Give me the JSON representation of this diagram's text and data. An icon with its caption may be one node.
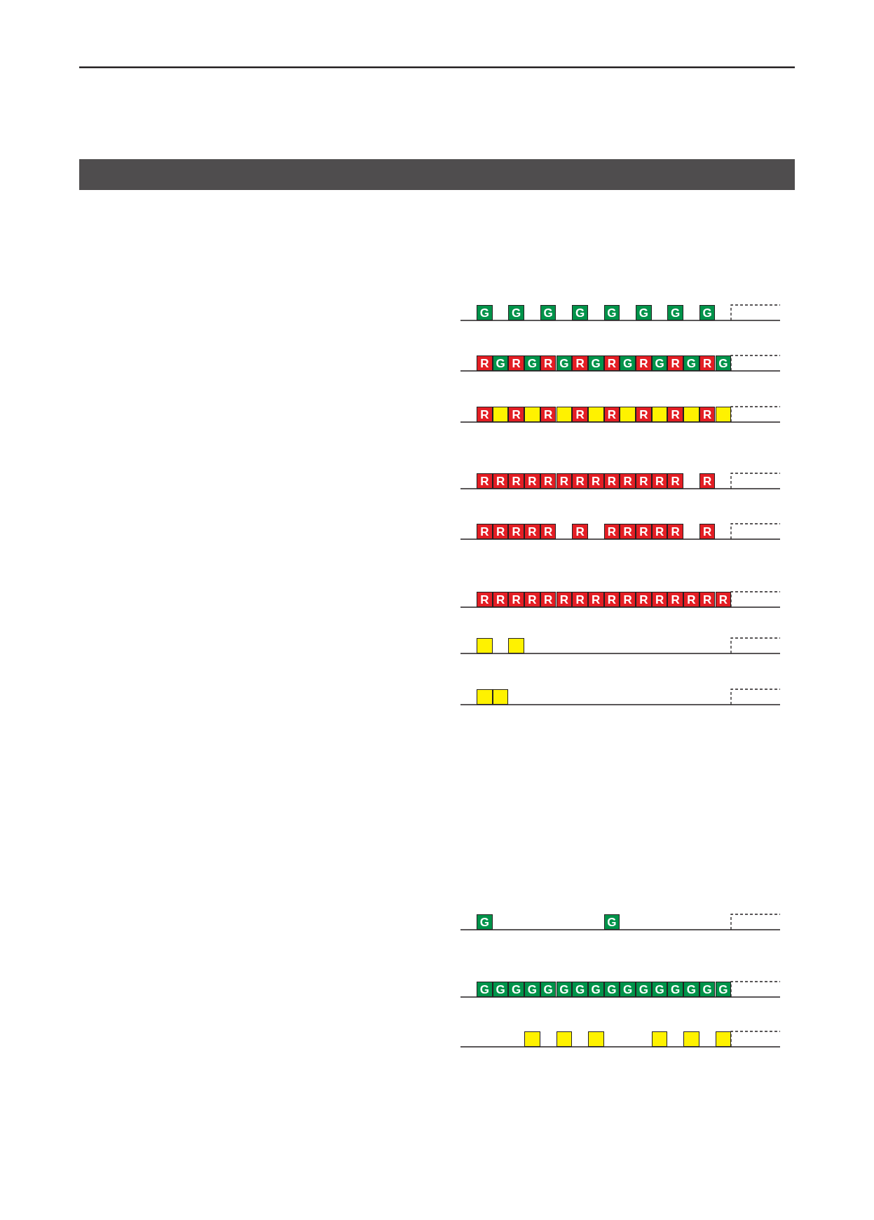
{
  "diagram": {
    "nodes": [
      {
        "text": [
          "G"
        ]
      },
      {
        "text": [
          "G"
        ]
      },
      {
        "text": [
          "G"
        ]
      },
      {
        "text": [
          "G"
        ]
      },
      {
        "text": [
          "G"
        ]
      },
      {
        "text": [
          "G"
        ]
      },
      {
        "text": [
          "G"
        ]
      },
      {
        "text": [
          "G"
        ]
      },
      {
        "text": [
          "R"
        ]
      },
      {
        "text": [
          "G"
        ]
      },
      {
        "text": [
          "R"
        ]
      },
      {
        "text": [
          "G"
        ]
      },
      {
        "text": [
          "R"
        ]
      },
      {
        "text": [
          "G"
        ]
      },
      {
        "text": [
          "R"
        ]
      },
      {
        "text": [
          "G"
        ]
      },
      {
        "text": [
          "R"
        ]
      },
      {
        "text": [
          "G"
        ]
      },
      {
        "text": [
          "R"
        ]
      },
      {
        "text": [
          "G"
        ]
      },
      {
        "text": [
          "R"
        ]
      },
      {
        "text": [
          "G"
        ]
      },
      {
        "text": [
          "R"
        ]
      },
      {
        "text": [
          "G"
        ]
      },
      {
        "text": [
          "R"
        ]
      },
      {
        "text": [],
        "shape": "box"
      },
      {
        "text": [
          "R"
        ]
      },
      {
        "text": [],
        "shape": "box"
      },
      {
        "text": [
          "R"
        ]
      },
      {
        "text": [],
        "shape": "box"
      },
      {
        "text": [
          "R"
        ]
      },
      {
        "text": [],
        "shape": "box"
      },
      {
        "text": [
          "R"
        ]
      },
      {
        "text": [],
        "shape": "box"
      },
      {
        "text": [
          "R"
        ]
      },
      {
        "text": [],
        "shape": "box"
      },
      {
        "text": [
          "R"
        ]
      },
      {
        "text": [],
        "shape": "box"
      },
      {
        "text": [
          "R"
        ]
      },
      {
        "text": [],
        "shape": "box"
      },
      {
        "text": [
          "R"
        ]
      },
      {
        "text": [
          "R"
        ]
      },
      {
        "text": [
          "R"
        ]
      },
      {
        "text": [
          "R"
        ]
      },
      {
        "text": [
          "R"
        ]
      },
      {
        "text": [
          "R"
        ]
      },
      {
        "text": [
          "R"
        ]
      },
      {
        "text": [
          "R"
        ]
      },
      {
        "text": [
          "R"
        ]
      },
      {
        "text": [
          "R"
        ]
      },
      {
        "text": [
          "R"
        ]
      },
      {
        "text": [
          "R"
        ]
      },
      {
        "text": [
          "R"
        ]
      },
      {
        "text": [
          "R"
        ]
      },
      {
        "text": [
          "R"
        ]
      },
      {
        "text": [
          "R"
        ]
      },
      {
        "text": [
          "R"
        ]
      },
      {
        "text": [
          "R"
        ]
      },
      {
        "text": [
          "R"
        ]
      },
      {
        "text": [
          "R"
        ]
      },
      {
        "text": [
          "R"
        ]
      },
      {
        "text": [
          "R"
        ]
      },
      {
        "text": [
          "R"
        ]
      },
      {
        "text": [
          "R"
        ]
      },
      {
        "text": [
          "R"
        ]
      },
      {
        "text": [
          "R"
        ]
      },
      {
        "text": [
          "R"
        ]
      },
      {
        "text": [
          "R"
        ]
      },
      {
        "text": [
          "R"
        ]
      },
      {
        "text": [
          "R"
        ]
      },
      {
        "text": [
          "R"
        ]
      },
      {
        "text": [
          "R"
        ]
      },
      {
        "text": [
          "R"
        ]
      },
      {
        "text": [
          "R"
        ]
      },
      {
        "text": [
          "R"
        ]
      },
      {
        "text": [
          "R"
        ]
      },
      {
        "text": [
          "R"
        ]
      },
      {
        "text": [
          "R"
        ]
      },
      {
        "text": [
          "R"
        ]
      },
      {
        "text": [
          "R"
        ]
      },
      {
        "text": [
          "R"
        ]
      },
      {
        "text": [
          "R"
        ]
      },
      {
        "text": [],
        "shape": "box"
      },
      {
        "text": [],
        "shape": "box"
      },
      {
        "text": [],
        "shape": "box"
      },
      {
        "text": [],
        "shape": "box"
      },
      {
        "text": [
          "G"
        ]
      },
      {
        "text": [
          "G"
        ]
      },
      {
        "text": [
          "G"
        ]
      },
      {
        "text": [
          "G"
        ]
      },
      {
        "text": [
          "G"
        ]
      },
      {
        "text": [
          "G"
        ]
      },
      {
        "text": [
          "G"
        ]
      },
      {
        "text": [
          "G"
        ]
      },
      {
        "text": [
          "G"
        ]
      },
      {
        "text": [
          "G"
        ]
      },
      {
        "text": [
          "G"
        ]
      },
      {
        "text": [
          "G"
        ]
      },
      {
        "text": [
          "G"
        ]
      },
      {
        "text": [
          "G"
        ]
      },
      {
        "text": [
          "G"
        ]
      },
      {
        "text": [
          "G"
        ]
      },
      {
        "text": [
          "G"
        ]
      },
      {
        "text": [
          "G"
        ]
      },
      {
        "text": [],
        "shape": "box"
      },
      {
        "text": [],
        "shape": "box"
      },
      {
        "text": [],
        "shape": "box"
      },
      {
        "text": [],
        "shape": "box"
      },
      {
        "text": [],
        "shape": "box"
      },
      {
        "text": [],
        "shape": "box"
      }
    ]
  }
}
